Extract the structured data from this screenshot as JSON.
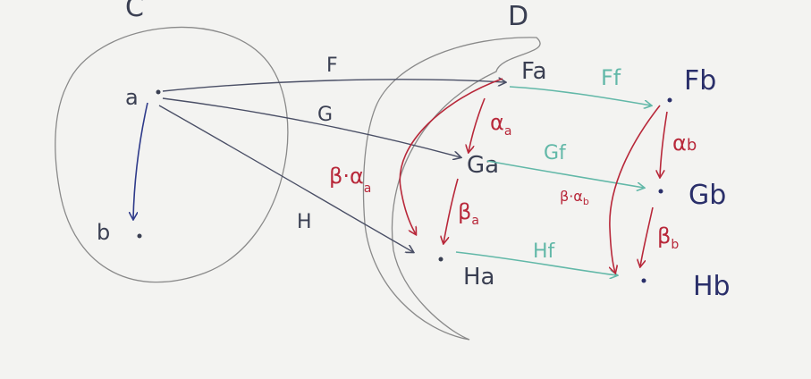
{
  "categories": {
    "source": "C",
    "target": "D"
  },
  "objects": {
    "a": "a",
    "b": "b",
    "Fa": "Fa",
    "Ga": "Ga",
    "Ha": "Ha",
    "Fb": "Fb",
    "Gb": "Gb",
    "Hb": "Hb"
  },
  "functors": {
    "F": "F",
    "G": "G",
    "H": "H"
  },
  "morphism_images": {
    "Ff": "Ff",
    "Gf": "Gf",
    "Hf": "Hf"
  },
  "components": {
    "alpha_a": "α",
    "alpha_a_sub": "a",
    "beta_a": "β",
    "beta_a_sub": "a",
    "alpha_b": "α",
    "alpha_b_sub": "b",
    "beta_b": "β",
    "beta_b_sub": "b",
    "composite_a": "β·α",
    "composite_a_sub": "a",
    "composite_b": "β·α",
    "composite_b_sub": "b"
  },
  "colors": {
    "background": "#f3f3f1",
    "ink_dark": "#3a3f52",
    "ink_navy": "#2a2f6a",
    "ink_red": "#b8283a",
    "ink_teal": "#62b8a8",
    "circle": "#8a8a8a"
  }
}
